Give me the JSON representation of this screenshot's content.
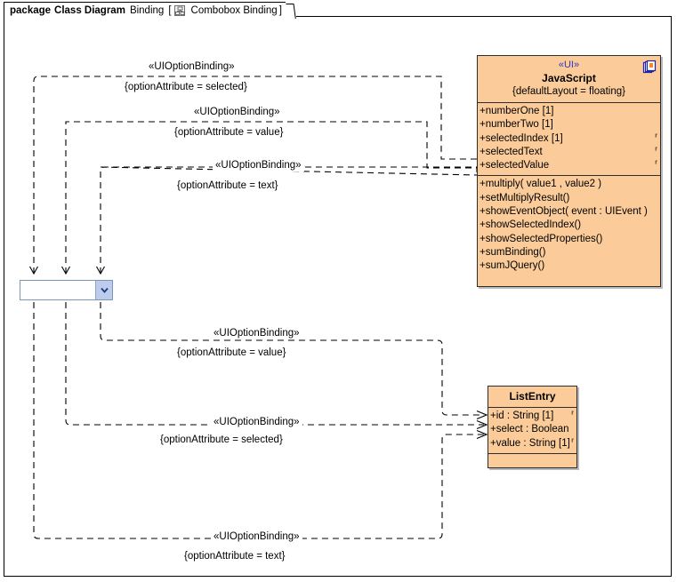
{
  "package": {
    "keyword": "package",
    "name": "Class Diagram",
    "alias": "Binding",
    "bracket_open": "[",
    "bracket_close": "]",
    "diagram_icon": "class-diagram-icon",
    "diagram_name": "Combobox Binding"
  },
  "colors": {
    "class_fill": "#FBCC99",
    "class_border": "#2d2d2d",
    "stereotype_text": "#3333bb",
    "combobox_border": "#7a97b8",
    "combobox_button": "#bdccec",
    "edge_stroke": "#000000",
    "canvas": "#ffffff"
  },
  "classes": [
    {
      "id": "javascript",
      "stereotype": "«UI»",
      "name": "JavaScript",
      "properties": "{defaultLayout = floating}",
      "icon": "document-stack-icon",
      "attributes": [
        {
          "text": "+numberOne [1]",
          "tail": ""
        },
        {
          "text": "+numberTwo [1]",
          "tail": ""
        },
        {
          "text": "+selectedIndex [1]",
          "tail": "⸢"
        },
        {
          "text": "+selectedText",
          "tail": "⸢"
        },
        {
          "text": "+selectedValue",
          "tail": "⸢"
        }
      ],
      "operations": [
        {
          "text": "+multiply( value1 , value2 )"
        },
        {
          "text": "+setMultiplyResult()"
        },
        {
          "text": "+showEventObject( event : UIEvent )"
        },
        {
          "text": "+showSelectedIndex()"
        },
        {
          "text": "+showSelectedProperties()"
        },
        {
          "text": "+sumBinding()"
        },
        {
          "text": "+sumJQuery()"
        }
      ]
    },
    {
      "id": "listentry",
      "stereotype": "",
      "name": "ListEntry",
      "properties": "",
      "icon": "",
      "attributes": [
        {
          "text": "+id : String [1]",
          "tail": "⸢"
        },
        {
          "text": "+select : Boolean",
          "tail": ""
        },
        {
          "text": "+value : String [1]",
          "tail": "⸢"
        }
      ],
      "operations": []
    }
  ],
  "widget": {
    "name": "combobox",
    "value": "",
    "arrow_icon": "chevron-down-icon"
  },
  "edges": [
    {
      "id": "edge-1",
      "stereotype": "«UIOptionBinding»",
      "constraint": "{optionAttribute = selected}",
      "from": "combobox",
      "to": "JavaScript.selectedIndex"
    },
    {
      "id": "edge-2",
      "stereotype": "«UIOptionBinding»",
      "constraint": "{optionAttribute = value}",
      "from": "combobox",
      "to": "JavaScript.selectedText"
    },
    {
      "id": "edge-3",
      "stereotype": "«UIOptionBinding»",
      "constraint": "{optionAttribute = text}",
      "from": "combobox",
      "to": "JavaScript.selectedValue"
    },
    {
      "id": "edge-4",
      "stereotype": "«UIOptionBinding»",
      "constraint": "{optionAttribute = value}",
      "from": "combobox",
      "to": "ListEntry.id"
    },
    {
      "id": "edge-5",
      "stereotype": "«UIOptionBinding»",
      "constraint": "{optionAttribute = selected}",
      "from": "combobox",
      "to": "ListEntry.select"
    },
    {
      "id": "edge-6",
      "stereotype": "«UIOptionBinding»",
      "constraint": "{optionAttribute = text}",
      "from": "combobox",
      "to": "ListEntry.value"
    }
  ]
}
